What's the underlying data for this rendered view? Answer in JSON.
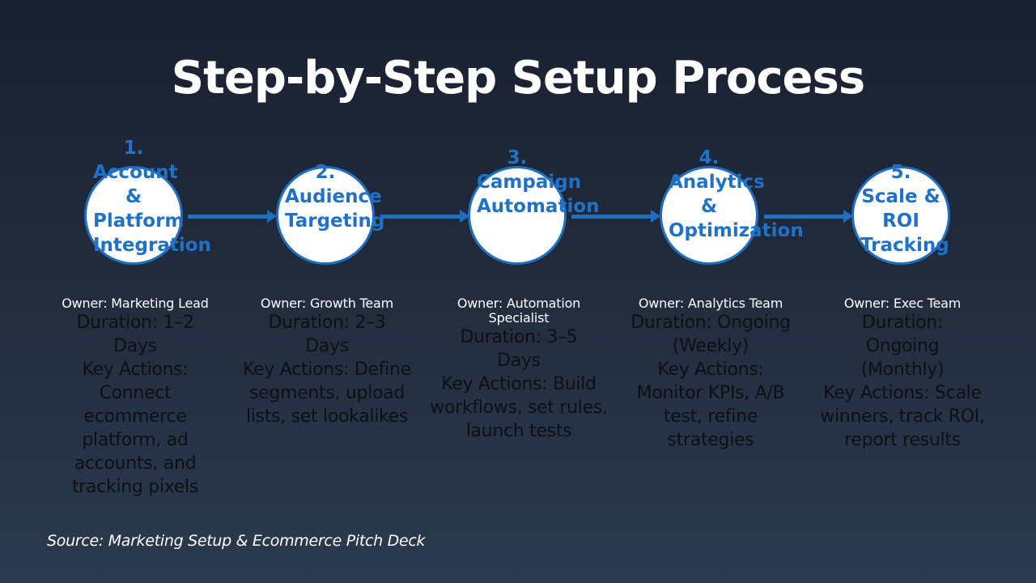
{
  "title": "Step-by-Step Setup Process",
  "source": "Source: Marketing Setup & Ecommerce Pitch Deck",
  "steps": [
    {
      "label": "1. Account & Platform Integration",
      "owner": "Owner: Marketing Lead",
      "duration": "Duration: 1–2 Days",
      "actions": "Key Actions: Connect ecommerce platform, ad accounts, and tracking pixels"
    },
    {
      "label": "2. Audience Targeting",
      "owner": "Owner: Growth Team",
      "duration": "Duration: 2–3 Days",
      "actions": "Key Actions: Define segments, upload lists, set lookalikes"
    },
    {
      "label": "3. Campaign Automation",
      "owner": "Owner: Automation Specialist",
      "duration": "Duration: 3–5 Days",
      "actions": "Key Actions: Build workflows, set rules, launch tests"
    },
    {
      "label": "4. Analytics & Optimization",
      "owner": "Owner: Analytics Team",
      "duration": "Duration: Ongoing (Weekly)",
      "actions": "Key Actions: Monitor KPIs, A/B test, refine strategies"
    },
    {
      "label": "5. Scale & ROI Tracking",
      "owner": "Owner: Exec Team",
      "duration": "Duration: Ongoing (Monthly)",
      "actions": "Key Actions: Scale winners, track ROI, report results"
    }
  ],
  "colors": {
    "accent": "#1f6fc1",
    "circle_fill": "#ffffff",
    "body_text": "#0d0f14"
  }
}
